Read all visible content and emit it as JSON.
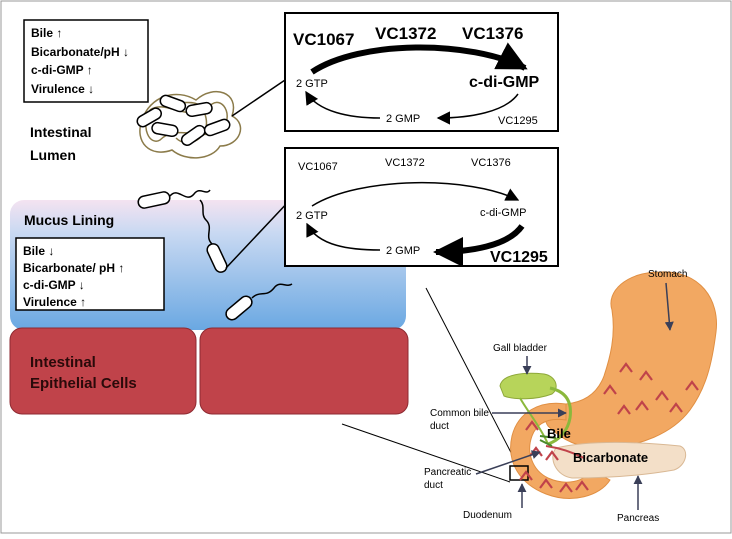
{
  "lumen_conditions": {
    "bile": "Bile ↑",
    "bicarbonate": "Bicarbonate/pH ↓",
    "cdigmp": "c-di-GMP ↑",
    "virulence": "Virulence ↓"
  },
  "mucus_conditions": {
    "bile": "Bile ↓",
    "bicarbonate": "Bicarbonate/ pH ↑",
    "cdigmp": "c-di-GMP ↓",
    "virulence": "Virulence ↑"
  },
  "regions": {
    "intestinal_lumen_1": "Intestinal",
    "intestinal_lumen_2": "Lumen",
    "mucus_lining": "Mucus Lining",
    "epithelial_1": "Intestinal",
    "epithelial_2": "Epithelial Cells"
  },
  "lumen_cycle": {
    "enzyme_1": "VC1067",
    "enzyme_2": "VC1372",
    "enzyme_3": "VC1376",
    "substrate": "2 GTP",
    "product": "c-di-GMP",
    "breakdown": "2 GMP",
    "phosphodiesterase": "VC1295"
  },
  "mucus_cycle": {
    "enzyme_1": "VC1067",
    "enzyme_2": "VC1372",
    "enzyme_3": "VC1376",
    "substrate": "2 GTP",
    "product": "c-di-GMP",
    "breakdown": "2 GMP",
    "phosphodiesterase": "VC1295"
  },
  "anatomy": {
    "stomach": "Stomach",
    "gall_bladder": "Gall bladder",
    "common_bile_duct_1": "Common bile",
    "common_bile_duct_2": "duct",
    "bile": "Bile",
    "bicarbonate": "Bicarbonate",
    "pancreatic_duct_1": "Pancreatic",
    "pancreatic_duct_2": "duct",
    "duodenum": "Duodenum",
    "pancreas": "Pancreas"
  },
  "colors": {
    "mucus_top": "#f3e2f0",
    "mucus_bottom": "#6aa6e0",
    "epithelium": "#c0434a",
    "stomach": "#f2a862",
    "gall_bladder": "#b7d45a",
    "pancreas": "#f3dfc8",
    "arrow_marks": "#c0434a"
  }
}
